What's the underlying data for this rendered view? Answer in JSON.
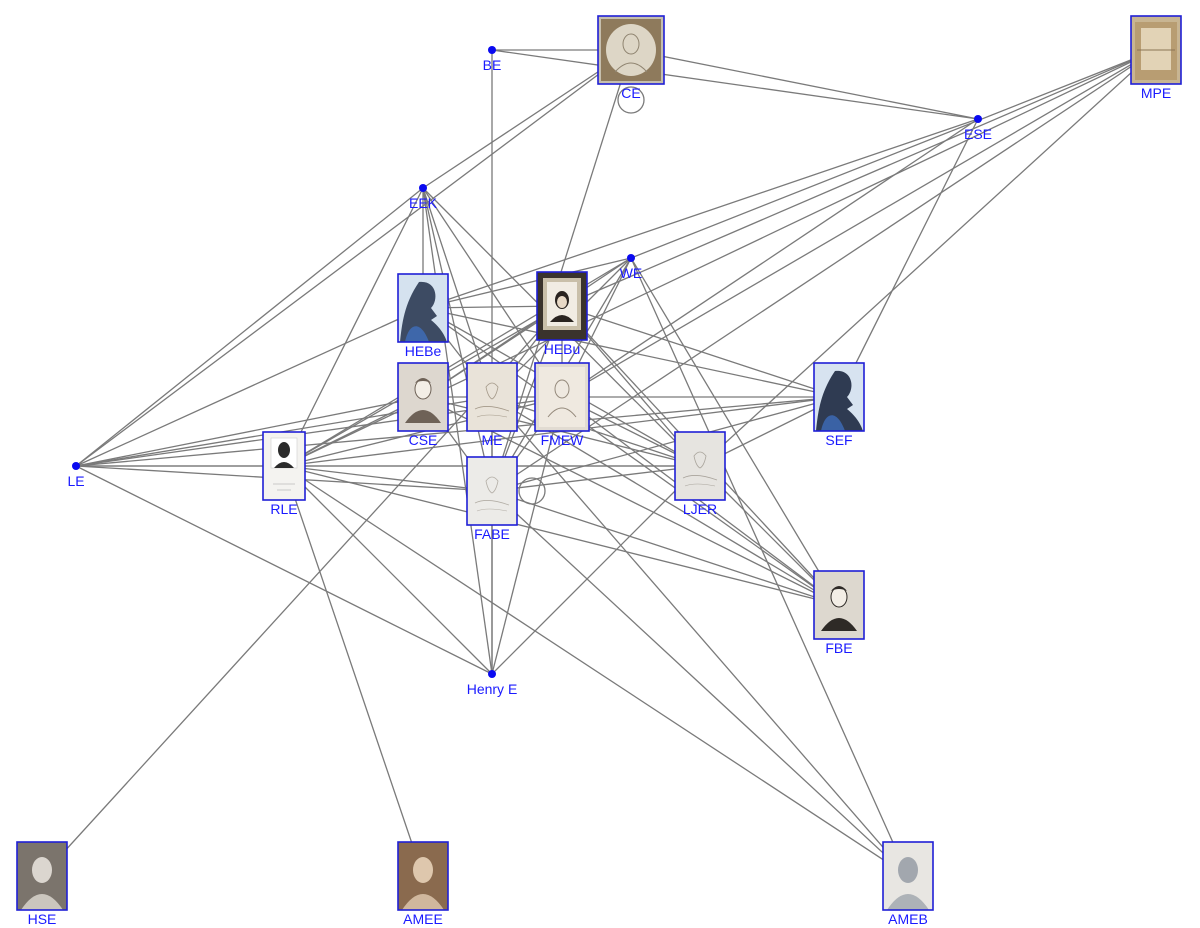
{
  "graph": {
    "nodes": [
      {
        "id": "BE",
        "label": "BE",
        "kind": "dot"
      },
      {
        "id": "CE",
        "label": "CE",
        "kind": "image",
        "thumb": "medallion",
        "bg": "#c6bfae",
        "fg": "#8f8470"
      },
      {
        "id": "MPE",
        "label": "MPE",
        "kind": "image",
        "thumb": "box",
        "bg": "#c8b592",
        "fg": "#8b7454"
      },
      {
        "id": "ESE",
        "label": "ESE",
        "kind": "dot"
      },
      {
        "id": "EEK",
        "label": "EEK",
        "kind": "dot"
      },
      {
        "id": "WE",
        "label": "WE",
        "kind": "dot"
      },
      {
        "id": "HEBe",
        "label": "HEBe",
        "kind": "image",
        "thumb": "silhouette",
        "bg": "#d5e2ef",
        "fg": "#3d4b63"
      },
      {
        "id": "HEBu",
        "label": "HEBu",
        "kind": "image",
        "thumb": "framed-portrait",
        "bg": "#3a332c",
        "fg": "#d9cfbf"
      },
      {
        "id": "CSE",
        "label": "CSE",
        "kind": "image",
        "thumb": "engraving",
        "bg": "#ddd7cf",
        "fg": "#6e6257"
      },
      {
        "id": "ME",
        "label": "ME",
        "kind": "image",
        "thumb": "sketch",
        "bg": "#e9e3d9",
        "fg": "#a59a8a"
      },
      {
        "id": "FMEW",
        "label": "FMEW",
        "kind": "image",
        "thumb": "sketch-bust",
        "bg": "#e1dbd2",
        "fg": "#958a7c"
      },
      {
        "id": "SEF",
        "label": "SEF",
        "kind": "image",
        "thumb": "silhouette",
        "bg": "#d7e3f0",
        "fg": "#2f3b52"
      },
      {
        "id": "LE",
        "label": "LE",
        "kind": "dot"
      },
      {
        "id": "RLE",
        "label": "RLE",
        "kind": "image",
        "thumb": "card-portrait",
        "bg": "#f4f3f0",
        "fg": "#2b2b2b"
      },
      {
        "id": "FABE",
        "label": "FABE",
        "kind": "image",
        "thumb": "sketch",
        "bg": "#ecebe8",
        "fg": "#b3aea6"
      },
      {
        "id": "LJER",
        "label": "LJER",
        "kind": "image",
        "thumb": "sketch",
        "bg": "#e6e4e0",
        "fg": "#aaa59d"
      },
      {
        "id": "FBE",
        "label": "FBE",
        "kind": "image",
        "thumb": "engraving",
        "bg": "#ddd8cf",
        "fg": "#2e2a26"
      },
      {
        "id": "Henry E",
        "label": "Henry E",
        "kind": "dot"
      },
      {
        "id": "HSE",
        "label": "HSE",
        "kind": "image",
        "thumb": "photo",
        "bg": "#7b746c",
        "fg": "#e5e1da"
      },
      {
        "id": "AMEE",
        "label": "AMEE",
        "kind": "image",
        "thumb": "photo",
        "bg": "#8a6a4e",
        "fg": "#e7d2b8"
      },
      {
        "id": "AMEB",
        "label": "AMEB",
        "kind": "image",
        "thumb": "photo",
        "bg": "#e8e6e2",
        "fg": "#9aa0a8"
      }
    ],
    "edges": [
      [
        "BE",
        "CE"
      ],
      [
        "BE",
        "ESE"
      ],
      [
        "BE",
        "Henry E"
      ],
      [
        "CE",
        "EEK"
      ],
      [
        "CE",
        "LE"
      ],
      [
        "CE",
        "FABE"
      ],
      [
        "CE",
        "ESE"
      ],
      [
        "MPE",
        "WE"
      ],
      [
        "MPE",
        "HEBu"
      ],
      [
        "MPE",
        "FMEW"
      ],
      [
        "MPE",
        "FABE"
      ],
      [
        "MPE",
        "LJER"
      ],
      [
        "MPE",
        "RLE"
      ],
      [
        "ESE",
        "HEBe"
      ],
      [
        "ESE",
        "FMEW"
      ],
      [
        "ESE",
        "SEF"
      ],
      [
        "EEK",
        "RLE"
      ],
      [
        "EEK",
        "HEBe"
      ],
      [
        "EEK",
        "ME"
      ],
      [
        "EEK",
        "FMEW"
      ],
      [
        "EEK",
        "FABE"
      ],
      [
        "EEK",
        "LJER"
      ],
      [
        "EEK",
        "LE"
      ],
      [
        "EEK",
        "Henry E"
      ],
      [
        "WE",
        "HEBe"
      ],
      [
        "WE",
        "CSE"
      ],
      [
        "WE",
        "ME"
      ],
      [
        "WE",
        "FMEW"
      ],
      [
        "WE",
        "RLE"
      ],
      [
        "WE",
        "FBE"
      ],
      [
        "WE",
        "AMEB"
      ],
      [
        "WE",
        "FABE"
      ],
      [
        "HEBe",
        "HEBu"
      ],
      [
        "HEBe",
        "SEF"
      ],
      [
        "HEBe",
        "LJER"
      ],
      [
        "HEBe",
        "FBE"
      ],
      [
        "HEBe",
        "LE"
      ],
      [
        "HEBe",
        "ME"
      ],
      [
        "HEBu",
        "CSE"
      ],
      [
        "HEBu",
        "ME"
      ],
      [
        "HEBu",
        "FMEW"
      ],
      [
        "HEBu",
        "SEF"
      ],
      [
        "HEBu",
        "LJER"
      ],
      [
        "HEBu",
        "RLE"
      ],
      [
        "HEBu",
        "FABE"
      ],
      [
        "HEBu",
        "HSE"
      ],
      [
        "HEBu",
        "FBE"
      ],
      [
        "CSE",
        "ME"
      ],
      [
        "CSE",
        "LE"
      ],
      [
        "CSE",
        "RLE"
      ],
      [
        "CSE",
        "LJER"
      ],
      [
        "CSE",
        "FBE"
      ],
      [
        "CSE",
        "FABE"
      ],
      [
        "ME",
        "FMEW"
      ],
      [
        "ME",
        "LJER"
      ],
      [
        "ME",
        "FABE"
      ],
      [
        "ME",
        "FBE"
      ],
      [
        "ME",
        "AMEB"
      ],
      [
        "ME",
        "LE"
      ],
      [
        "FMEW",
        "SEF"
      ],
      [
        "FMEW",
        "LJER"
      ],
      [
        "FMEW",
        "FBE"
      ],
      [
        "FMEW",
        "RLE"
      ],
      [
        "FMEW",
        "Henry E"
      ],
      [
        "FMEW",
        "LE"
      ],
      [
        "FMEW",
        "FABE"
      ],
      [
        "SEF",
        "RLE"
      ],
      [
        "SEF",
        "LE"
      ],
      [
        "SEF",
        "FABE"
      ],
      [
        "SEF",
        "LJER"
      ],
      [
        "LE",
        "RLE"
      ],
      [
        "LE",
        "FABE"
      ],
      [
        "LE",
        "Henry E"
      ],
      [
        "LE",
        "LJER"
      ],
      [
        "RLE",
        "FABE"
      ],
      [
        "RLE",
        "LJER"
      ],
      [
        "RLE",
        "FBE"
      ],
      [
        "RLE",
        "AMEE"
      ],
      [
        "RLE",
        "AMEB"
      ],
      [
        "RLE",
        "Henry E"
      ],
      [
        "FABE",
        "LJER"
      ],
      [
        "FABE",
        "FBE"
      ],
      [
        "FABE",
        "Henry E"
      ],
      [
        "FABE",
        "AMEB"
      ],
      [
        "LJER",
        "FBE"
      ],
      [
        "LJER",
        "Henry E"
      ]
    ],
    "self_loops": [
      "CE",
      "FABE"
    ]
  }
}
